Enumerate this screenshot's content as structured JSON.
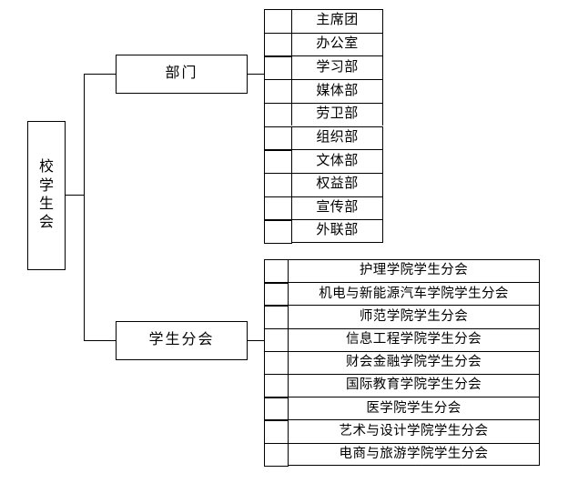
{
  "chart_data": {
    "type": "diagram",
    "diagram_type": "organizational-chart",
    "title": "",
    "orientation": "left-to-right",
    "root": {
      "label": "校学生会",
      "text_direction": "vertical",
      "characters": [
        "校",
        "学",
        "生",
        "会"
      ]
    },
    "levels": 3,
    "groups": [
      {
        "label": "部门",
        "children": [
          "主席团",
          "办公室",
          "学习部",
          "媒体部",
          "劳卫部",
          "组织部",
          "文体部",
          "权益部",
          "宣传部",
          "外联部"
        ]
      },
      {
        "label": "学生分会",
        "children": [
          "护理学院学生分会",
          "机电与新能源汽车学院学生分会",
          "师范学院学生分会",
          "信息工程学院学生分会",
          "财会金融学院学生分会",
          "国际教育学院学生分会",
          "医学院学生分会",
          "艺术与设计学院学生分会",
          "电商与旅游学院学生分会"
        ]
      }
    ],
    "counts": {
      "departments": 10,
      "student_branches": 9
    },
    "colors": {
      "line": "#000000",
      "box_fill": "#ffffff",
      "text": "#000000",
      "background": "#ffffff"
    }
  }
}
